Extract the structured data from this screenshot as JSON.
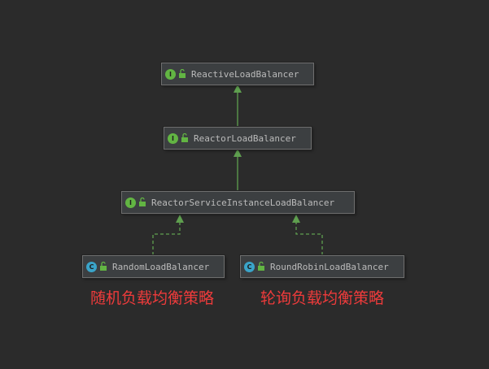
{
  "diagram": {
    "nodes": [
      {
        "id": "reactive",
        "kind": "interface",
        "icon": "interface-icon",
        "kind_letter": "I",
        "label": "ReactiveLoadBalancer"
      },
      {
        "id": "reactor",
        "kind": "interface",
        "icon": "interface-icon",
        "kind_letter": "I",
        "label": "ReactorLoadBalancer"
      },
      {
        "id": "service",
        "kind": "interface",
        "icon": "interface-icon",
        "kind_letter": "I",
        "label": "ReactorServiceInstanceLoadBalancer"
      },
      {
        "id": "random",
        "kind": "class",
        "icon": "class-icon",
        "kind_letter": "C",
        "label": "RandomLoadBalancer"
      },
      {
        "id": "roundrobin",
        "kind": "class",
        "icon": "class-icon",
        "kind_letter": "C",
        "label": "RoundRobinLoadBalancer"
      }
    ],
    "edges": [
      {
        "from": "reactor",
        "to": "reactive",
        "type": "extends"
      },
      {
        "from": "service",
        "to": "reactor",
        "type": "extends"
      },
      {
        "from": "random",
        "to": "service",
        "type": "implements"
      },
      {
        "from": "roundrobin",
        "to": "service",
        "type": "implements"
      }
    ],
    "annotations": {
      "random": "随机负载均衡策略",
      "roundrobin": "轮询负载均衡策略"
    },
    "colors": {
      "background": "#2b2b2b",
      "node_fill": "#3c3f41",
      "edge": "#5f9f4f",
      "interface_badge": "#62b543",
      "class_badge": "#3aa4c9",
      "annotation_text": "#ee3b3b"
    }
  }
}
